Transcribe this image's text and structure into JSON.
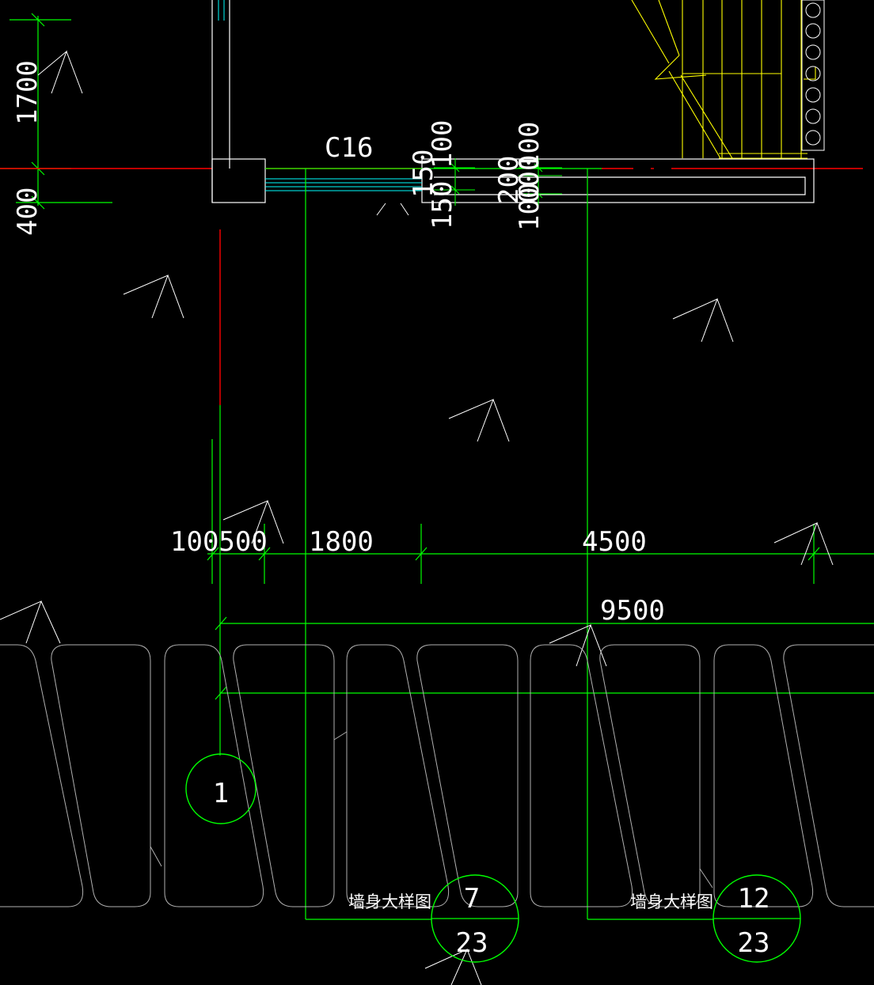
{
  "drawing": {
    "colors": {
      "background": "#000000",
      "axis": "#ff0000",
      "dimension": "#00ff00",
      "outline": "#ffffff",
      "stair": "#ffff00",
      "rebar": "#00ffff"
    },
    "labels": {
      "c16": "C16",
      "dim_1700": "1700",
      "dim_400": "400",
      "dim_150_a": "150",
      "dim_100_a": "100",
      "dim_150_b": "150",
      "dim_150_c": "150",
      "dim_200": "200",
      "dim_100_b": "100",
      "dim_100_c": "100",
      "dim_000": "000",
      "dim_100_d": "100",
      "dim_100500": "100500",
      "dim_1800": "1800",
      "dim_4500": "4500",
      "dim_9500": "9500",
      "grid_1": "1",
      "detail_title_1": "墙身大样图",
      "detail_num_1": "7",
      "detail_sheet_1": "23",
      "detail_title_2": "墙身大样图",
      "detail_num_2": "12",
      "detail_sheet_2": "23"
    }
  }
}
